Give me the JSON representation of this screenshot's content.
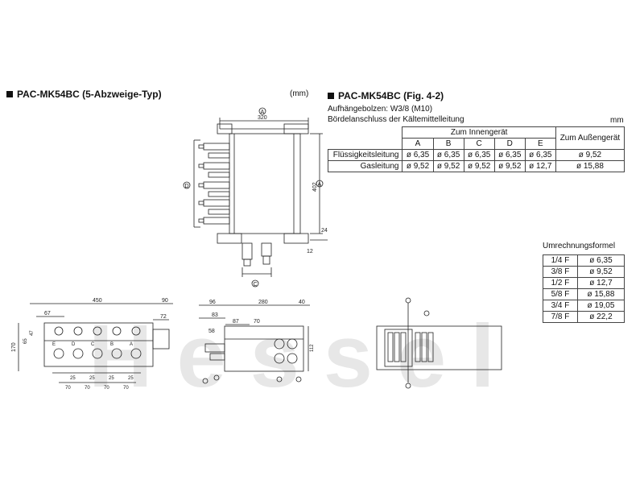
{
  "left_heading": "PAC-MK54BC (5-Abzweige-Typ)",
  "mm_top": "(mm)",
  "right_heading": "PAC-MK54BC (Fig. 4-2)",
  "info_line1": "Aufhängebolzen: W3/8 (M10)",
  "info_line2": "Bördelanschluss der Kältemittelleitung",
  "mm_right": "mm",
  "pipe_table": {
    "group_indoor": "Zum Innengerät",
    "group_outdoor": "Zum Außengerät",
    "columns": [
      "A",
      "B",
      "C",
      "D",
      "E"
    ],
    "rows": [
      {
        "label": "Flüssigkeitsleitung",
        "values": [
          "ø 6,35",
          "ø 6,35",
          "ø 6,35",
          "ø 6,35",
          "ø 6,35"
        ],
        "outdoor": "ø 9,52"
      },
      {
        "label": "Gasleitung",
        "values": [
          "ø 9,52",
          "ø 9,52",
          "ø 9,52",
          "ø 9,52",
          "ø 12,7"
        ],
        "outdoor": "ø 15,88"
      }
    ]
  },
  "conversion": {
    "title": "Umrechnungsformel",
    "rows": [
      {
        "inch": "1/4 F",
        "mm": "ø 6,35"
      },
      {
        "inch": "3/8 F",
        "mm": "ø 9,52"
      },
      {
        "inch": "1/2 F",
        "mm": "ø 12,7"
      },
      {
        "inch": "5/8 F",
        "mm": "ø 15,88"
      },
      {
        "inch": "3/4 F",
        "mm": "ø 19,05"
      },
      {
        "inch": "7/8 F",
        "mm": "ø 22,2"
      }
    ]
  },
  "drawing_top": {
    "width_label": "320",
    "height_label": "402",
    "small_dim_1": "24",
    "small_dim_2": "12",
    "circle_top": "A",
    "circle_right": "A",
    "circle_left": "D",
    "circle_bottom": "C"
  },
  "drawing_front": {
    "dim_total": "450",
    "dim_side": "90",
    "dim_67": "67",
    "dim_72": "72",
    "dim_height": "170",
    "dim_65": "65",
    "dim_47": "47",
    "spacing_25": "25",
    "spacing_70": "70",
    "port_letters": [
      "E",
      "D",
      "C",
      "B",
      "A"
    ]
  },
  "drawing_side": {
    "dim_96": "96",
    "dim_280": "280",
    "dim_40": "40",
    "dim_83": "83",
    "dim_87": "87",
    "dim_70": "70",
    "dim_58": "58",
    "dim_112": "112"
  },
  "watermark": "Hessel"
}
